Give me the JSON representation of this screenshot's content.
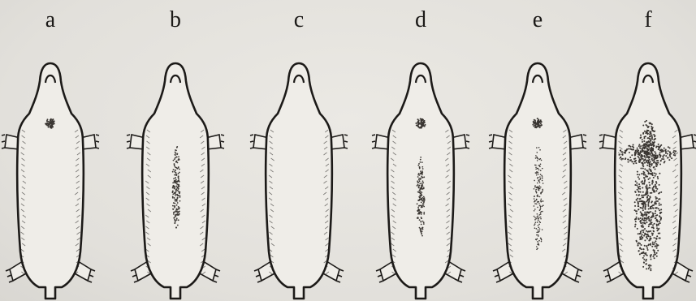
{
  "panels": [
    {
      "label": "a",
      "spots": [
        "head"
      ]
    },
    {
      "label": "b",
      "spots": [
        "back-stripe-narrow"
      ]
    },
    {
      "label": "c",
      "spots": []
    },
    {
      "label": "d",
      "spots": [
        "head",
        "back-stripe-lower"
      ]
    },
    {
      "label": "e",
      "spots": [
        "head",
        "back-stripe-long"
      ]
    },
    {
      "label": "f",
      "spots": [
        "cross-band",
        "back-stripe-wide"
      ]
    }
  ],
  "colors": {
    "ink": "#1c1a18",
    "paper": "#e4e2dd",
    "body_fill": "#efede8",
    "stipple": "#3a3632"
  }
}
